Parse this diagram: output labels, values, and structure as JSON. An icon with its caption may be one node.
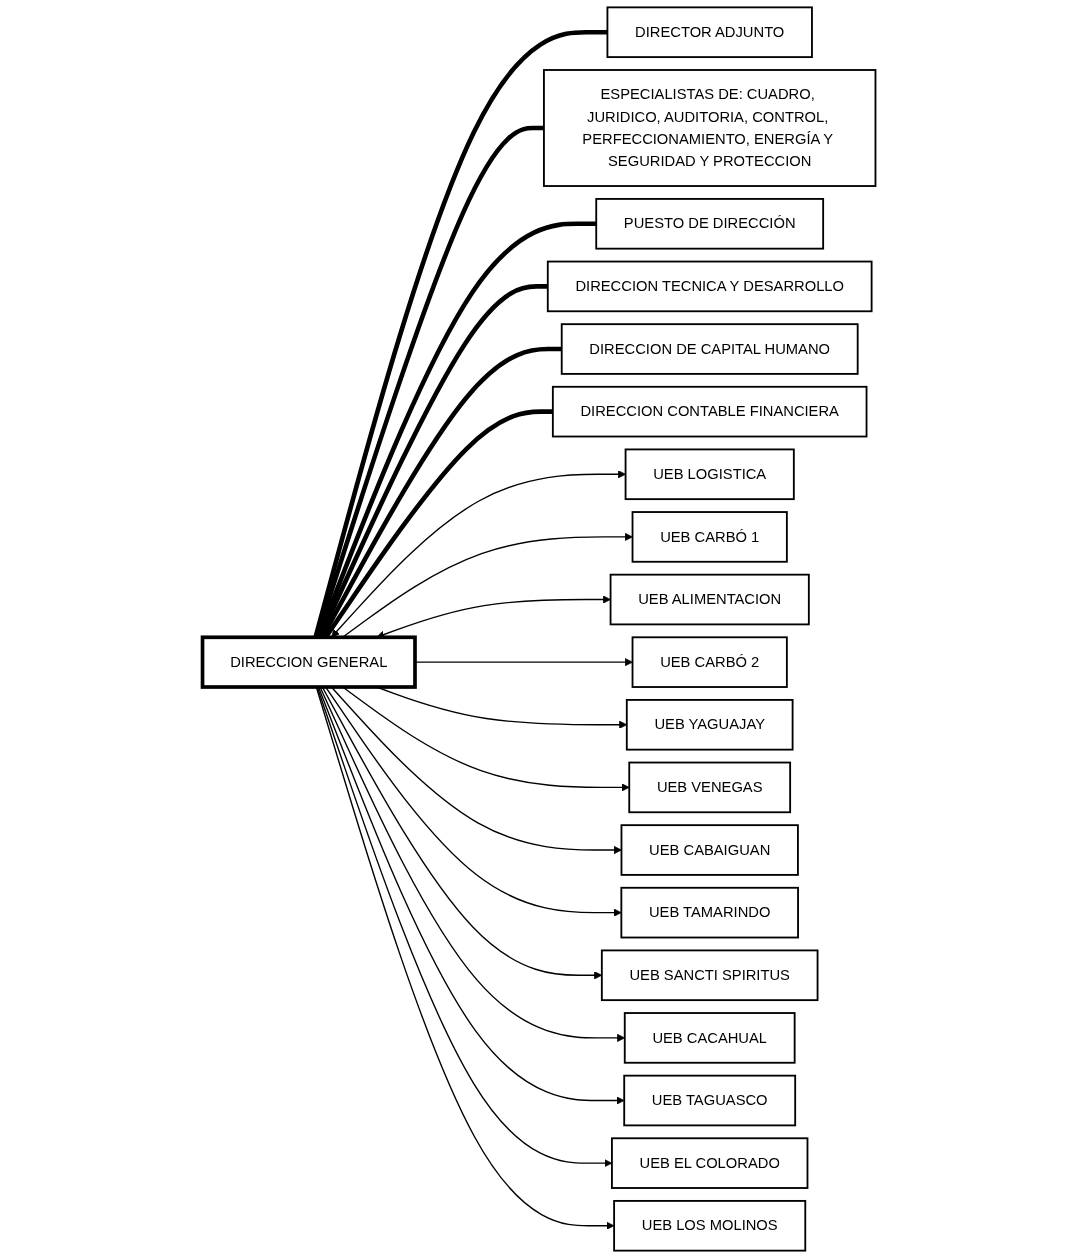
{
  "diagram": {
    "nodes": [
      {
        "text": [
          "DIRECCION GENERAL"
        ]
      },
      {
        "text": [
          "DIRECTOR ADJUNTO"
        ]
      },
      {
        "text": [
          "ESPECIALISTAS DE: CUADRO, JURIDICO, AUDITORIA, CONTROL, PERFECCIONAMIENTO, ENERGÍA Y SEGURIDAD Y PROTECCION"
        ]
      },
      {
        "text": [
          "PUESTO DE DIRECCIÓN"
        ]
      },
      {
        "text": [
          "DIRECCION TECNICA Y DESARROLLO"
        ]
      },
      {
        "text": [
          "DIRECCION DE CAPITAL HUMANO"
        ]
      },
      {
        "text": [
          "DIRECCION CONTABLE FINANCIERA"
        ]
      },
      {
        "text": [
          "UEB LOGISTICA"
        ]
      },
      {
        "text": [
          "UEB CARBÓ 1"
        ]
      },
      {
        "text": [
          "UEB ALIMENTACION"
        ]
      },
      {
        "text": [
          "UEB CARBÓ 2"
        ]
      },
      {
        "text": [
          "UEB YAGUAJAY"
        ]
      },
      {
        "text": [
          "UEB VENEGAS"
        ]
      },
      {
        "text": [
          "UEB CABAIGUAN"
        ]
      },
      {
        "text": [
          "UEB TAMARINDO"
        ]
      },
      {
        "text": [
          "UEB SANCTI SPIRITUS"
        ]
      },
      {
        "text": [
          "UEB CACAHUAL"
        ]
      },
      {
        "text": [
          "UEB TAGUASCO"
        ]
      },
      {
        "text": [
          "UEB EL COLORADO"
        ]
      },
      {
        "text": [
          "UEB LOS MOLINOS"
        ]
      }
    ],
    "edges": [
      {
        "from": 0,
        "to": 1,
        "arrow": "none",
        "style": "thick"
      },
      {
        "from": 0,
        "to": 2,
        "arrow": "none",
        "style": "thick"
      },
      {
        "from": 0,
        "to": 3,
        "arrow": "none",
        "style": "thick"
      },
      {
        "from": 0,
        "to": 4,
        "arrow": "none",
        "style": "thick"
      },
      {
        "from": 0,
        "to": 5,
        "arrow": "none",
        "style": "thick"
      },
      {
        "from": 0,
        "to": 6,
        "arrow": "none",
        "style": "thick"
      },
      {
        "from": 0,
        "to": 7,
        "arrow": "both"
      },
      {
        "from": 0,
        "to": 8,
        "arrow": "to"
      },
      {
        "from": 0,
        "to": 9,
        "arrow": "both"
      },
      {
        "from": 0,
        "to": 10,
        "arrow": "to"
      },
      {
        "from": 0,
        "to": 11,
        "arrow": "to"
      },
      {
        "from": 0,
        "to": 12,
        "arrow": "to"
      },
      {
        "from": 0,
        "to": 13,
        "arrow": "to"
      },
      {
        "from": 0,
        "to": 14,
        "arrow": "to"
      },
      {
        "from": 0,
        "to": 15,
        "arrow": "to"
      },
      {
        "from": 0,
        "to": 16,
        "arrow": "to"
      },
      {
        "from": 0,
        "to": 17,
        "arrow": "to"
      },
      {
        "from": 0,
        "to": 18,
        "arrow": "to"
      },
      {
        "from": 0,
        "to": 19,
        "arrow": "to"
      }
    ]
  }
}
